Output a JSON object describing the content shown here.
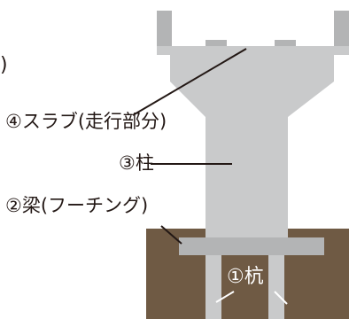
{
  "diagram": {
    "labels": {
      "clipped_paren": ")",
      "slab": "④スラブ(走行部分)",
      "column": "③柱",
      "beam": "②梁(フーチング)",
      "pile": "①杭"
    },
    "colors": {
      "structure_light": "#c9cacb",
      "structure_dark": "#b3b4b5",
      "ground": "#6f5a44",
      "leader_line": "#231815",
      "pile_leader": "#ffffff",
      "text": "#231815"
    }
  }
}
